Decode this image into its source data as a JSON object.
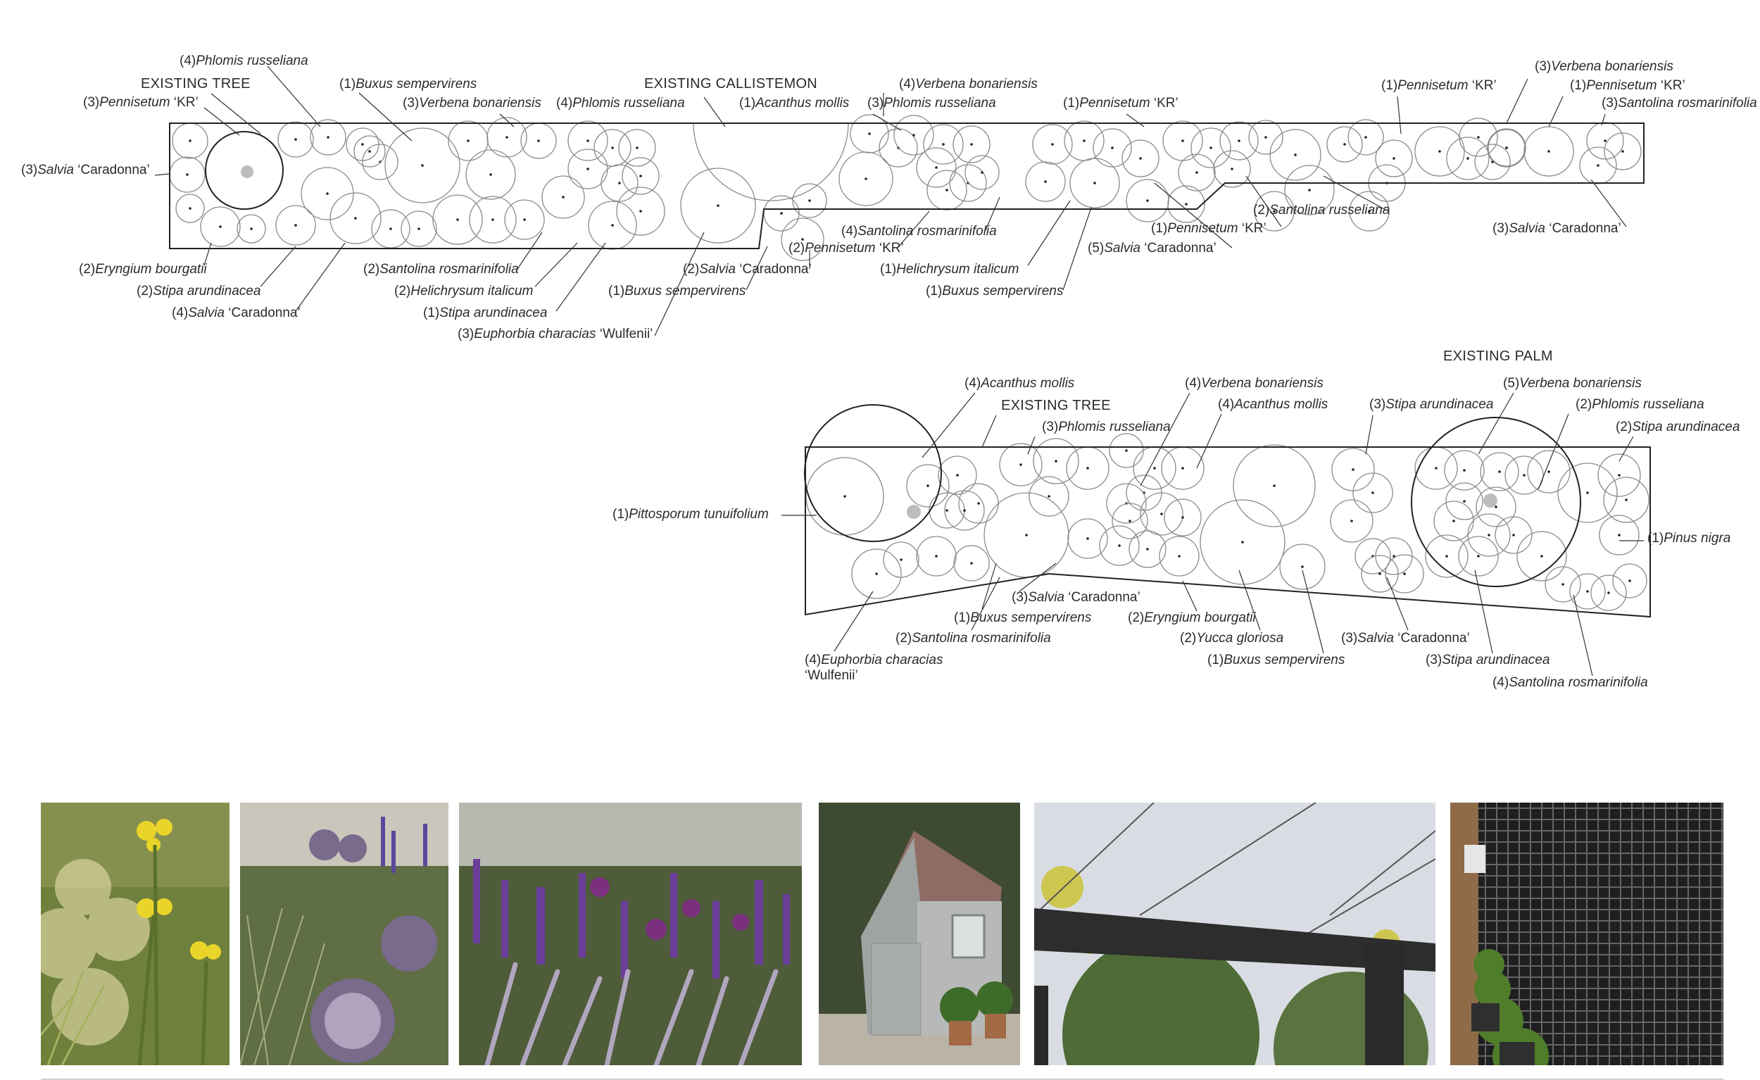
{
  "plan_a": {
    "headers": [
      "EXISTING TREE",
      "EXISTING CALLISTEMON"
    ],
    "labels": [
      {
        "n": "(4)",
        "sp": "Phlomis russeliana",
        "cv": ""
      },
      {
        "n": "(3)",
        "sp": "Pennisetum",
        "cv": " ‘KR’"
      },
      {
        "n": "(1)",
        "sp": "Buxus sempervirens",
        "cv": ""
      },
      {
        "n": "(3)",
        "sp": "Verbena bonariensis",
        "cv": ""
      },
      {
        "n": "(4)",
        "sp": "Phlomis russeliana",
        "cv": ""
      },
      {
        "n": "(1)",
        "sp": "Acanthus mollis",
        "cv": ""
      },
      {
        "n": "(4)",
        "sp": "Verbena bonariensis",
        "cv": ""
      },
      {
        "n": "(3)",
        "sp": "Phlomis russeliana",
        "cv": ""
      },
      {
        "n": "(1)",
        "sp": "Pennisetum",
        "cv": " ‘KR’"
      },
      {
        "n": "(1)",
        "sp": "Pennisetum",
        "cv": " ‘KR’"
      },
      {
        "n": "(3)",
        "sp": "Verbena bonariensis",
        "cv": ""
      },
      {
        "n": "(1)",
        "sp": "Pennisetum",
        "cv": " ‘KR’"
      },
      {
        "n": "(3)",
        "sp": "Santolina rosmarinifolia",
        "cv": ""
      },
      {
        "n": "(3)",
        "sp": "Salvia",
        "cv": " ‘Caradonna’"
      },
      {
        "n": "(2)",
        "sp": "Eryngium bourgatii",
        "cv": ""
      },
      {
        "n": "(2)",
        "sp": "Stipa arundinacea",
        "cv": ""
      },
      {
        "n": "(4)",
        "sp": "Salvia",
        "cv": " ‘Caradonna’"
      },
      {
        "n": "(2)",
        "sp": "Santolina rosmarinifolia",
        "cv": ""
      },
      {
        "n": "(2)",
        "sp": "Helichrysum italicum",
        "cv": ""
      },
      {
        "n": "(1)",
        "sp": "Stipa arundinacea",
        "cv": ""
      },
      {
        "n": "(3)",
        "sp": "Euphorbia characias",
        "cv": " ‘Wulfenii’"
      },
      {
        "n": "(1)",
        "sp": "Buxus sempervirens",
        "cv": ""
      },
      {
        "n": "(2)",
        "sp": "Salvia",
        "cv": " ‘Caradonna’"
      },
      {
        "n": "(2)",
        "sp": "Pennisetum",
        "cv": " ‘KR’"
      },
      {
        "n": "(4)",
        "sp": "Santolina rosmarinifolia",
        "cv": ""
      },
      {
        "n": "(1)",
        "sp": "Helichrysum italicum",
        "cv": ""
      },
      {
        "n": "(1)",
        "sp": "Buxus sempervirens",
        "cv": ""
      },
      {
        "n": "(5)",
        "sp": "Salvia",
        "cv": " ‘Caradonna’"
      },
      {
        "n": "(1)",
        "sp": "Pennisetum",
        "cv": " ‘KR’"
      },
      {
        "n": "(2)",
        "sp": "Santolina russeliana",
        "cv": ""
      },
      {
        "n": "(3)",
        "sp": "Salvia",
        "cv": " ‘Caradonna’"
      }
    ]
  },
  "plan_b": {
    "headers": [
      "EXISTING TREE",
      "EXISTING PALM"
    ],
    "labels": [
      {
        "n": "(4)",
        "sp": "Acanthus mollis",
        "cv": ""
      },
      {
        "n": "(3)",
        "sp": "Phlomis russeliana",
        "cv": ""
      },
      {
        "n": "(4)",
        "sp": "Verbena bonariensis",
        "cv": ""
      },
      {
        "n": "(4)",
        "sp": "Acanthus mollis",
        "cv": ""
      },
      {
        "n": "(3)",
        "sp": "Stipa arundinacea",
        "cv": ""
      },
      {
        "n": "(5)",
        "sp": "Verbena bonariensis",
        "cv": ""
      },
      {
        "n": "(2)",
        "sp": "Phlomis russeliana",
        "cv": ""
      },
      {
        "n": "(2)",
        "sp": "Stipa arundinacea",
        "cv": ""
      },
      {
        "n": "(1)",
        "sp": "Pittosporum tunuifolium",
        "cv": ""
      },
      {
        "n": "(1)",
        "sp": "Pinus nigra",
        "cv": ""
      },
      {
        "n": "(3)",
        "sp": "Salvia",
        "cv": " ‘Caradonna’"
      },
      {
        "n": "(1)",
        "sp": "Buxus sempervirens",
        "cv": ""
      },
      {
        "n": "(2)",
        "sp": "Santolina rosmarinifolia",
        "cv": ""
      },
      {
        "n": "(2)",
        "sp": "Eryngium bourgatii",
        "cv": ""
      },
      {
        "n": "(2)",
        "sp": "Yucca gloriosa",
        "cv": ""
      },
      {
        "n": "(1)",
        "sp": "Buxus sempervirens",
        "cv": ""
      },
      {
        "n": "(3)",
        "sp": "Salvia",
        "cv": " ‘Caradonna’"
      },
      {
        "n": "(3)",
        "sp": "Stipa arundinacea",
        "cv": ""
      },
      {
        "n": "(4)",
        "sp": "Santolina rosmarinifolia",
        "cv": ""
      },
      {
        "n": "(4)",
        "sp": "Euphorbia characias",
        "cv": ""
      }
    ],
    "extra_line": "‘Wulfenii’"
  },
  "photos": [
    {
      "subject": "yellow-phlomis-flowers"
    },
    {
      "subject": "allium-grasses-border"
    },
    {
      "subject": "purple-salvia-allium-pennisetum"
    },
    {
      "subject": "grey-garden-shed"
    },
    {
      "subject": "pergola-with-wires"
    },
    {
      "subject": "black-trellis-box-balls"
    }
  ]
}
